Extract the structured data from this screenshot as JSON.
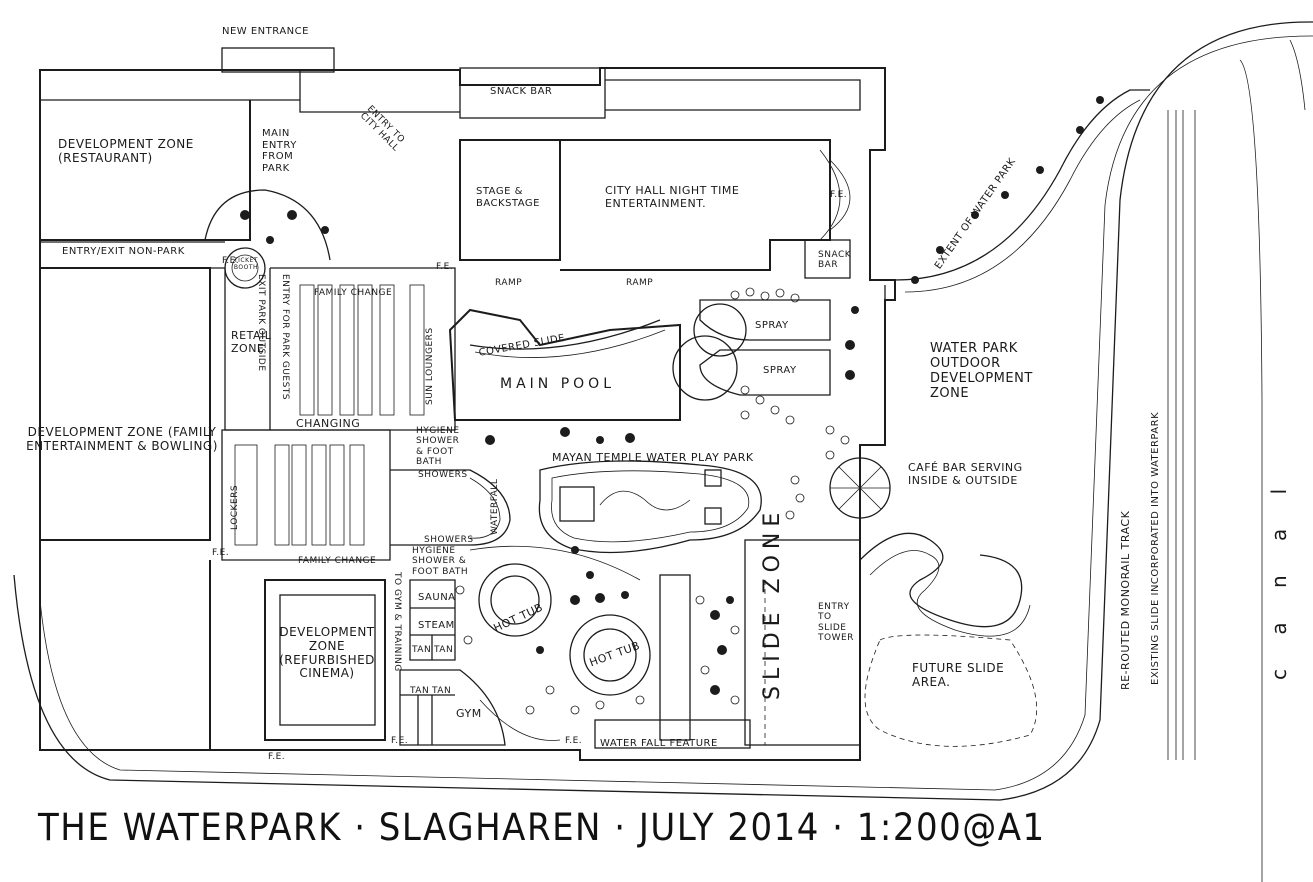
{
  "title": "THE WATERPARK · SLAGHAREN · JULY 2014 · 1:200@A1",
  "labels": {
    "new_entrance": "NEW ENTRANCE",
    "snack_bar": "SNACK BAR",
    "entry_city_hall": "ENTRY TO CITY HALL",
    "dev_zone_restaurant": "DEVELOPMENT ZONE (RESTAURANT)",
    "main_entry": "MAIN ENTRY FROM PARK",
    "stage": "STAGE & BACKSTAGE",
    "city_hall": "CITY HALL NIGHT TIME ENTERTAINMENT.",
    "snack_bar_small": "SNACK BAR",
    "extent": "EXTENT OF WATER PARK",
    "entry_exit": "ENTRY/EXIT NON-PARK",
    "ticket": "TICKET BOOTH",
    "ramp1": "RAMP",
    "ramp2": "RAMP",
    "exit_park": "EXIT PARK OUTSIDE",
    "entry_park": "ENTRY FOR PARK GUESTS",
    "family_change_top": "FAMILY CHANGE",
    "retail_zone": "RETAIL ZONE",
    "sun_loungers": "SUN LOUNGERS",
    "covered_slide": "COVERED SLIDE",
    "main_pool": "MAIN POOL",
    "spray1": "SPRAY",
    "spray2": "SPRAY",
    "outdoor_zone": "WATER PARK OUTDOOR DEVELOPMENT ZONE",
    "dev_zone_family": "DEVELOPMENT ZONE (FAMILY ENTERTAINMENT & BOWLING)",
    "changing": "CHANGING",
    "lockers": "LOCKERS",
    "hygiene_shower_top": "HYGIENE SHOWER & FOOT BATH",
    "showers1": "SHOWERS",
    "showers2": "SHOWERS",
    "waterfall": "WATERFALL",
    "mayan": "MAYAN TEMPLE WATER PLAY PARK",
    "cafe_bar": "CAFÉ BAR SERVING INSIDE & OUTSIDE",
    "hygiene_shower_bottom": "HYGIENE SHOWER & FOOT BATH",
    "family_change_bottom": "FAMILY CHANGE",
    "to_gym": "TO GYM & TRAINING",
    "sauna": "SAUNA",
    "steam": "STEAM",
    "tan1": "TAN",
    "tan2": "TAN",
    "tan3": "TAN",
    "tan4": "TAN",
    "gym": "GYM",
    "hot_tub1": "HOT TUB",
    "hot_tub2": "HOT TUB",
    "dev_zone_cinema": "DEVELOPMENT ZONE (REFURBISHED CINEMA)",
    "slide_zone": "SLIDE ZONE",
    "entry_slide": "ENTRY TO SLIDE TOWER",
    "future_slide": "FUTURE SLIDE AREA.",
    "waterfall_feature": "WATER FALL FEATURE",
    "monorail": "RE-ROUTED MONORAIL TRACK",
    "existing_slide": "EXISTING SLIDE INCORPORATED INTO WATERPARK",
    "canal": "c a n a l",
    "fe1": "F.E.",
    "fe2": "F.E.",
    "fe3": "F.E.",
    "fe4": "F.E.",
    "fe5": "F.E.",
    "fe6": "F.E.",
    "fe7": "F.E."
  }
}
